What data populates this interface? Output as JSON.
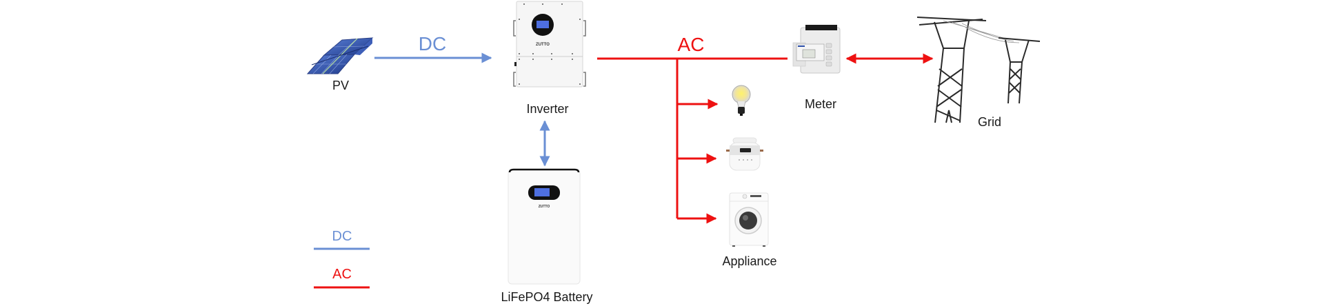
{
  "diagram": {
    "title": "Solar energy storage system wiring",
    "colors": {
      "dc": "#6a8fd4",
      "ac": "#ee1111",
      "label": "#1a1a1a"
    },
    "flow_labels": {
      "dc": "DC",
      "ac": "AC"
    },
    "nodes": {
      "pv": {
        "label": "PV",
        "icon": "solar-panel-icon"
      },
      "inverter": {
        "label": "Inverter",
        "icon": "inverter-icon",
        "brand": "ZUTTO"
      },
      "battery": {
        "label": "LiFePO4 Battery",
        "icon": "battery-icon",
        "brand": "ZUTTO"
      },
      "meter": {
        "label": "Meter",
        "icon": "meter-icon"
      },
      "grid": {
        "label": "Grid",
        "icon": "power-tower-icon"
      },
      "appliance": {
        "label": "Appliance",
        "icons": [
          "light-bulb-icon",
          "rice-cooker-icon",
          "washing-machine-icon"
        ]
      }
    },
    "connections": [
      {
        "from": "pv",
        "to": "inverter",
        "type": "DC",
        "direction": "one-way"
      },
      {
        "from": "inverter",
        "to": "battery",
        "type": "DC",
        "direction": "two-way"
      },
      {
        "from": "inverter",
        "to": "meter",
        "type": "AC",
        "direction": "line"
      },
      {
        "from": "ac-bus",
        "to": "light-bulb",
        "type": "AC",
        "direction": "one-way"
      },
      {
        "from": "ac-bus",
        "to": "rice-cooker",
        "type": "AC",
        "direction": "one-way"
      },
      {
        "from": "ac-bus",
        "to": "washing-machine",
        "type": "AC",
        "direction": "one-way"
      },
      {
        "from": "meter",
        "to": "grid",
        "type": "AC",
        "direction": "two-way"
      }
    ],
    "legend": [
      {
        "label": "DC",
        "color": "#6a8fd4"
      },
      {
        "label": "AC",
        "color": "#ee1111"
      }
    ]
  }
}
